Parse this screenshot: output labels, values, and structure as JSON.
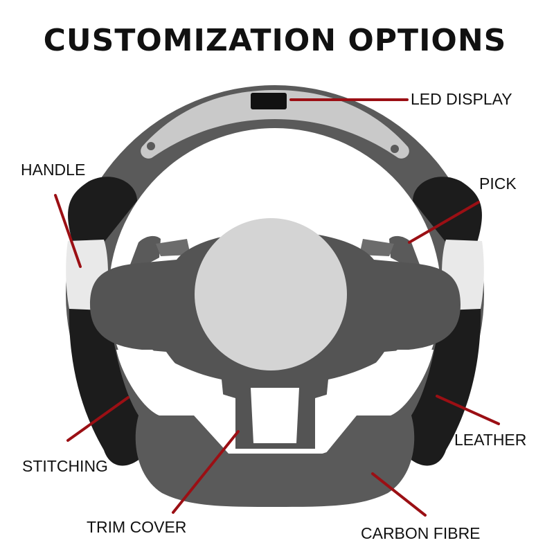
{
  "title": "CUSTOMIZATION OPTIONS",
  "colors": {
    "background": "#ffffff",
    "rim_gray": "#5a5a5a",
    "leather_black": "#1c1c1c",
    "hub_gray": "#545454",
    "airbag_light": "#d4d4d4",
    "led_panel": "#c9c9c9",
    "grip_white": "#e9e9e9",
    "callout_line": "#9b0f14",
    "text": "#111111"
  },
  "callouts": {
    "led_display": "LED DISPLAY",
    "handle": "HANDLE",
    "pick": "PICK",
    "leather": "LEATHER",
    "stitching": "STITCHING",
    "trim_cover": "TRIM COVER",
    "carbon_fibre": "CARBON FIBRE"
  }
}
